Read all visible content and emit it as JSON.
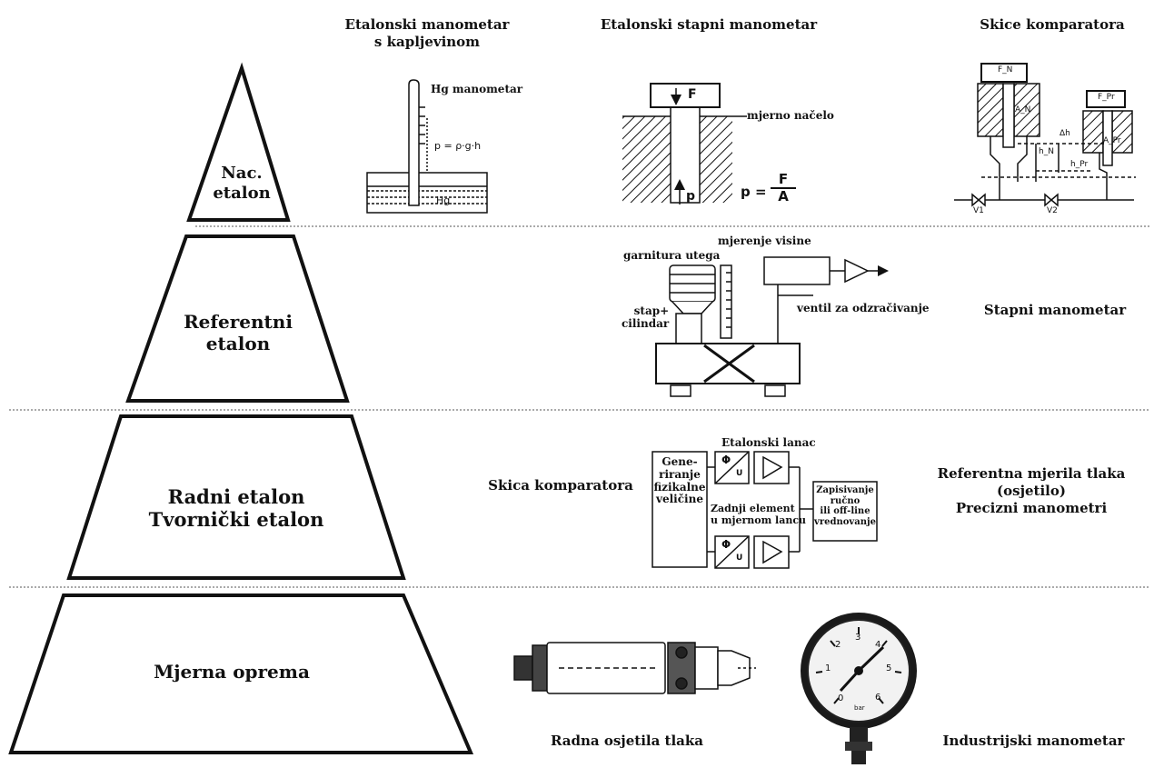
{
  "levels": [
    {
      "label_lines": [
        "Nac.",
        "etalon"
      ]
    },
    {
      "label_lines": [
        "Referentni",
        "etalon"
      ]
    },
    {
      "label_lines": [
        "Radni etalon",
        "Tvornički etalon"
      ]
    },
    {
      "label_lines": [
        "Mjerna oprema"
      ]
    }
  ],
  "row1": {
    "col1_title_lines": [
      "Etalonski manometar",
      "s kapljevinom"
    ],
    "col2_title": "Etalonski stapni manometar",
    "col3_title": "Skice komparatora",
    "hg_manometar": "Hg manometar",
    "formula_liquid": "p = ρ·g·h",
    "hg_label": "Hg",
    "force_label": "F",
    "pressure_label": "p",
    "mjerno_nacelo": "mjerno načelo",
    "formula_p": "p =",
    "formula_num": "F",
    "formula_den": "A",
    "comp_labels": {
      "fn": "F_N",
      "fpr": "F_Pr",
      "an": "A_N",
      "apr": "A_Pr",
      "dh": "Δh",
      "hn": "h_N",
      "hpr": "h_Pr",
      "v1": "V1",
      "v2": "V2"
    }
  },
  "row2": {
    "mjerenje_visine": "mjerenje visine",
    "garnitura_utega": "garnitura utega",
    "stap_cilindar_lines": [
      "stap+",
      "cilindar"
    ],
    "ventil": "ventil za odzračivanje",
    "right_title": "Stapni manometar"
  },
  "row3": {
    "skica": "Skica komparatora",
    "etalonski_lanac": "Etalonski lanac",
    "gen_lines": [
      "Gene-",
      "riranje",
      "fizikalne",
      "veličine"
    ],
    "zadnji_lines": [
      "Zadnji element",
      "u mjernom lancu"
    ],
    "zapis_lines": [
      "Zapisivanje",
      "ručno",
      "ili off-line",
      "vrednovanje"
    ],
    "phi": "Φ",
    "u": "U",
    "right_lines": [
      "Referentna mjerila tlaka",
      "(osjetilo)",
      "Precizni manometri"
    ]
  },
  "row4": {
    "radna": "Radna osjetila tlaka",
    "industrijski": "Industrijski manometar",
    "gauge_numbers": [
      "0",
      "1",
      "2",
      "3",
      "4",
      "5",
      "6"
    ],
    "gauge_unit": "bar"
  }
}
